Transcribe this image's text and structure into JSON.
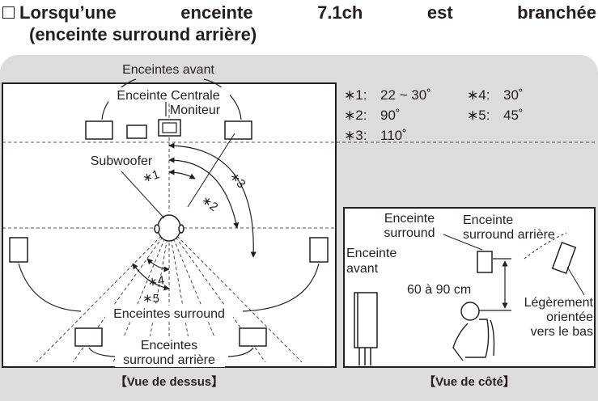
{
  "heading": {
    "line1_words": [
      "Lorsqu’une",
      "enceinte",
      "7.1ch",
      "est",
      "branchée"
    ],
    "line2": "(enceinte surround arrière)"
  },
  "top_view": {
    "front_speakers": "Enceintes avant",
    "center_speaker": "Enceinte Centrale",
    "monitor": "Moniteur",
    "subwoofer": "Subwoofer",
    "surround_speakers": "Enceintes surround",
    "surround_back_line1": "Enceintes",
    "surround_back_line2": "surround arrière",
    "angle_marks": [
      "∗1",
      "∗2",
      "∗3",
      "∗4",
      "∗5"
    ],
    "caption": "【Vue de dessus】"
  },
  "legend": [
    {
      "mark": "∗1:",
      "value": "22 ~ 30˚"
    },
    {
      "mark": "∗4:",
      "value": "30˚"
    },
    {
      "mark": "∗2:",
      "value": "90˚"
    },
    {
      "mark": "∗5:",
      "value": "45˚"
    },
    {
      "mark": "∗3:",
      "value": "110˚"
    }
  ],
  "side_view": {
    "surround_line1": "Enceinte",
    "surround_line2": "surround",
    "surround_back_line1": "Enceinte",
    "surround_back_line2": "surround arrière",
    "front_line1": "Enceinte",
    "front_line2": "avant",
    "height": "60 à 90 cm",
    "tilt_line1": "Légèrement",
    "tilt_line2": "orientée",
    "tilt_line3": "vers le bas",
    "caption": "【Vue de côté】"
  }
}
